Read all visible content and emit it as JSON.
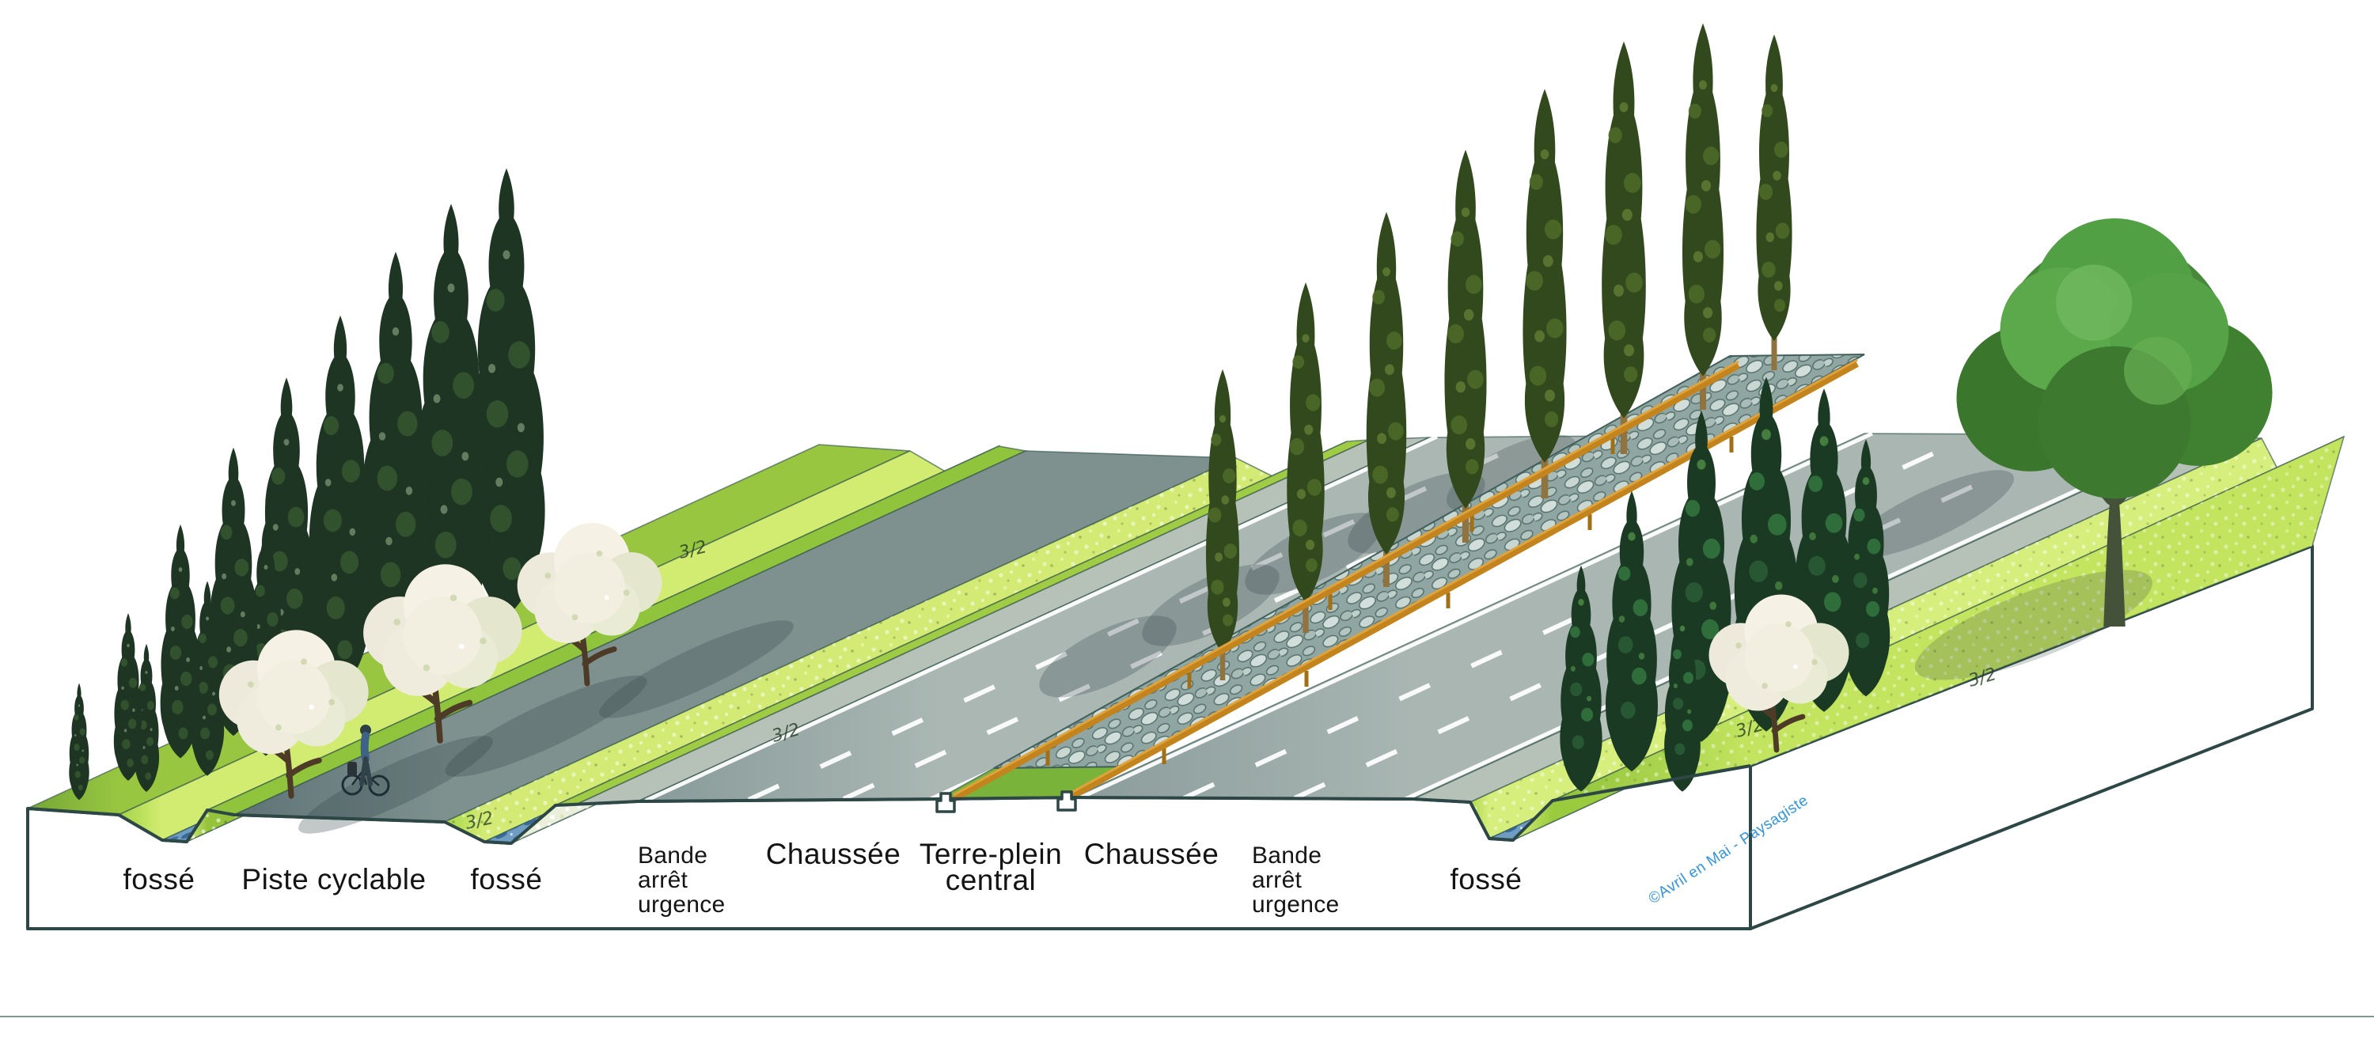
{
  "diagram": {
    "labels": {
      "fosse_left": "fossé",
      "piste_cyclable": "Piste cyclable",
      "fosse_mid": "fossé",
      "bande_arret_urgence_left": "Bande\narrêt\nurgence",
      "chaussee_left": "Chaussée",
      "terre_plein_central": "Terre-plein\ncentral",
      "chaussee_right": "Chaussée",
      "bande_arret_urgence_right": "Bande\narrêt\nurgence",
      "fosse_right": "fossé"
    },
    "slope_mark": "3/2",
    "signature": "©Avril en Mai - Paysagiste",
    "colors": {
      "outline": "#2c4745",
      "roadway": "#9aaba8",
      "bike_path": "#6e8181",
      "grass_bright": "#b5dd52",
      "grass_dark": "#86b83a",
      "water": "#6f9cc2",
      "rock_bed": "#a9bab6",
      "guardrail": "#c4841d",
      "blossom_canopy": "#efecdc",
      "conifer": "#1d3522",
      "poplar": "#31491c",
      "large_tree": "#47883a",
      "signature_blue": "#2e93d8",
      "label_text": "#141414"
    }
  }
}
